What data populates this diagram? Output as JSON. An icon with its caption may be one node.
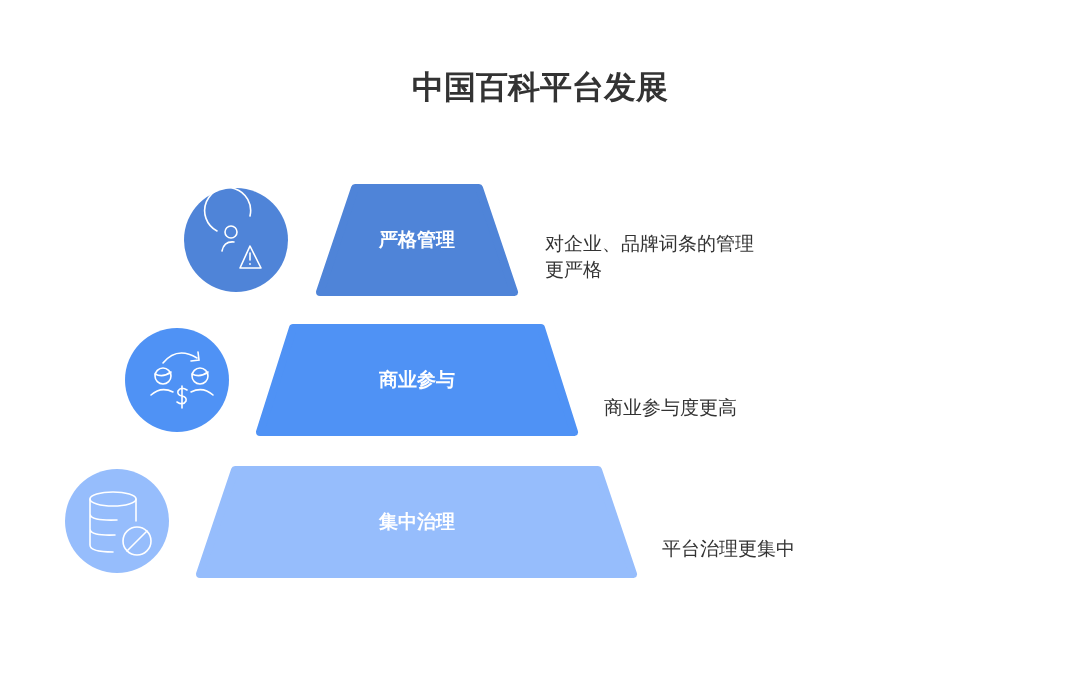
{
  "diagram": {
    "title": "中国百科平台发展",
    "nodes": [
      {
        "text": [
          "严格管理"
        ],
        "beside": [
          "对企业、品牌词条的管理更严格"
        ]
      },
      {
        "text": [
          "商业参与"
        ],
        "beside": [
          "商业参与度更高"
        ]
      },
      {
        "text": [
          "集中治理"
        ],
        "beside": [
          "平台治理更集中"
        ]
      }
    ],
    "edges": []
  }
}
